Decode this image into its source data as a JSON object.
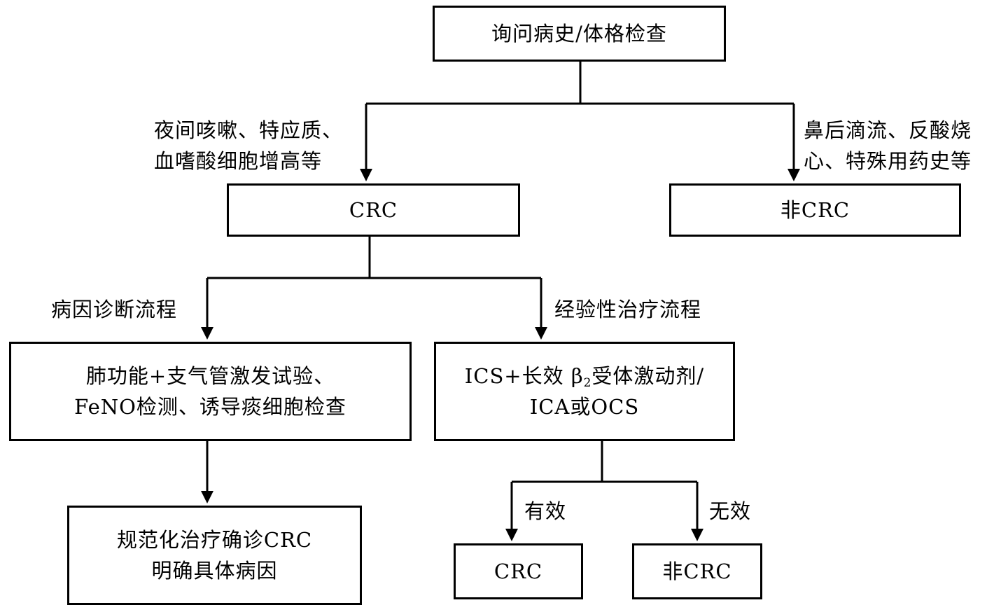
{
  "nodes": {
    "history": {
      "text": "询问病史/体格检查"
    },
    "crc": {
      "text": "CRC"
    },
    "non_crc": {
      "text": "非CRC"
    },
    "etiology_tests": {
      "line1": "肺功能+支气管激发试验、",
      "line2": "FeNO检测、诱导痰细胞检查"
    },
    "empiric_treatment": {
      "line1_pre": "ICS+长效 β",
      "line1_sub": "2",
      "line1_post": "受体激动剂/",
      "line2": "ICA或OCS"
    },
    "standard_treatment": {
      "line1": "规范化治疗确诊CRC",
      "line2": "明确具体病因"
    },
    "result_crc": {
      "text": "CRC"
    },
    "result_non_crc": {
      "text": "非CRC"
    }
  },
  "edge_labels": {
    "to_crc": {
      "line1": "夜间咳嗽、特应质、",
      "line2": "血嗜酸细胞增高等"
    },
    "to_non_crc": {
      "line1": "鼻后滴流、反酸烧",
      "line2": "心、特殊用药史等"
    },
    "etiology_flow": "病因诊断流程",
    "empiric_flow": "经验性治疗流程",
    "effective": "有效",
    "ineffective": "无效"
  }
}
